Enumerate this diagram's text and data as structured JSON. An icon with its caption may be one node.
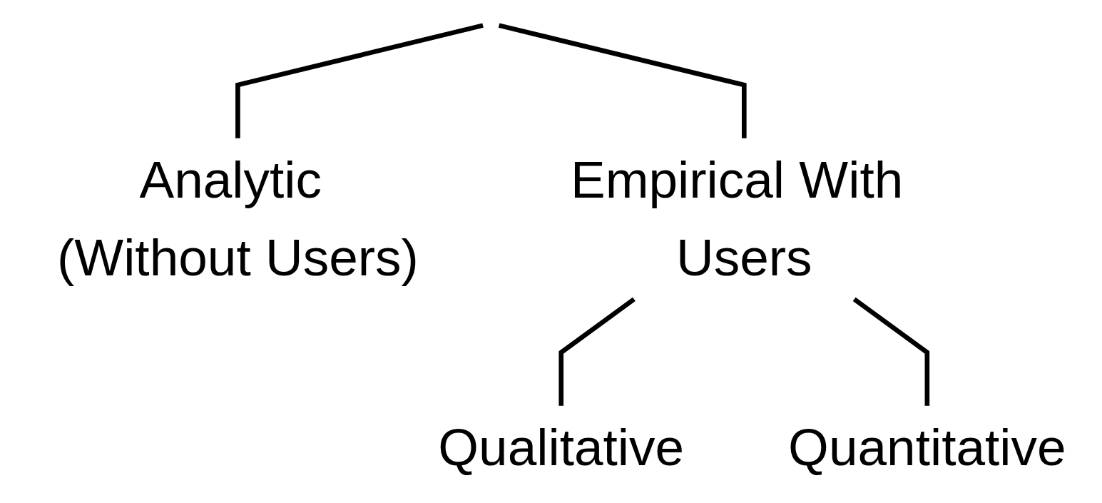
{
  "diagram": {
    "nodes": [
      {
        "text": [
          "Analytic (Without Users)"
        ]
      },
      {
        "text": [
          "Empirical With Users"
        ]
      },
      {
        "text": [
          "Qualitative"
        ]
      },
      {
        "text": [
          "Quantitative"
        ]
      }
    ],
    "edges": [
      {
        "from": null,
        "to": 0,
        "arrow": "none"
      },
      {
        "from": null,
        "to": 1,
        "arrow": "none"
      },
      {
        "from": 1,
        "to": 2,
        "arrow": "none"
      },
      {
        "from": 1,
        "to": 3,
        "arrow": "none"
      }
    ]
  }
}
